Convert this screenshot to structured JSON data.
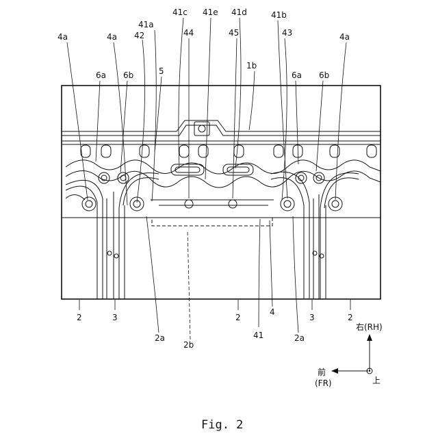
{
  "figure": {
    "caption": "Fig. 2",
    "labels": {
      "l4a_1": "4a",
      "l4a_2": "4a",
      "l4a_3": "4a",
      "l41a": "41a",
      "l42": "42",
      "l41c": "41c",
      "l44": "44",
      "l41e": "41e",
      "l41d": "41d",
      "l45": "45",
      "l41b": "41b",
      "l43": "43",
      "l6a_1": "6a",
      "l6b_1": "6b",
      "l5": "5",
      "l1b": "1b",
      "l6a_2": "6a",
      "l6b_2": "6b",
      "l2_1": "2",
      "l3_1": "3",
      "l2_2": "2",
      "l4": "4",
      "l3_2": "3",
      "l2_3": "2",
      "l41": "41",
      "l2a_1": "2a",
      "l2a_2": "2a",
      "l2b": "2b"
    },
    "axes": {
      "right_label": "右(RH)",
      "front_label": "前",
      "front_sub": "(FR)",
      "up_label": "上"
    }
  }
}
